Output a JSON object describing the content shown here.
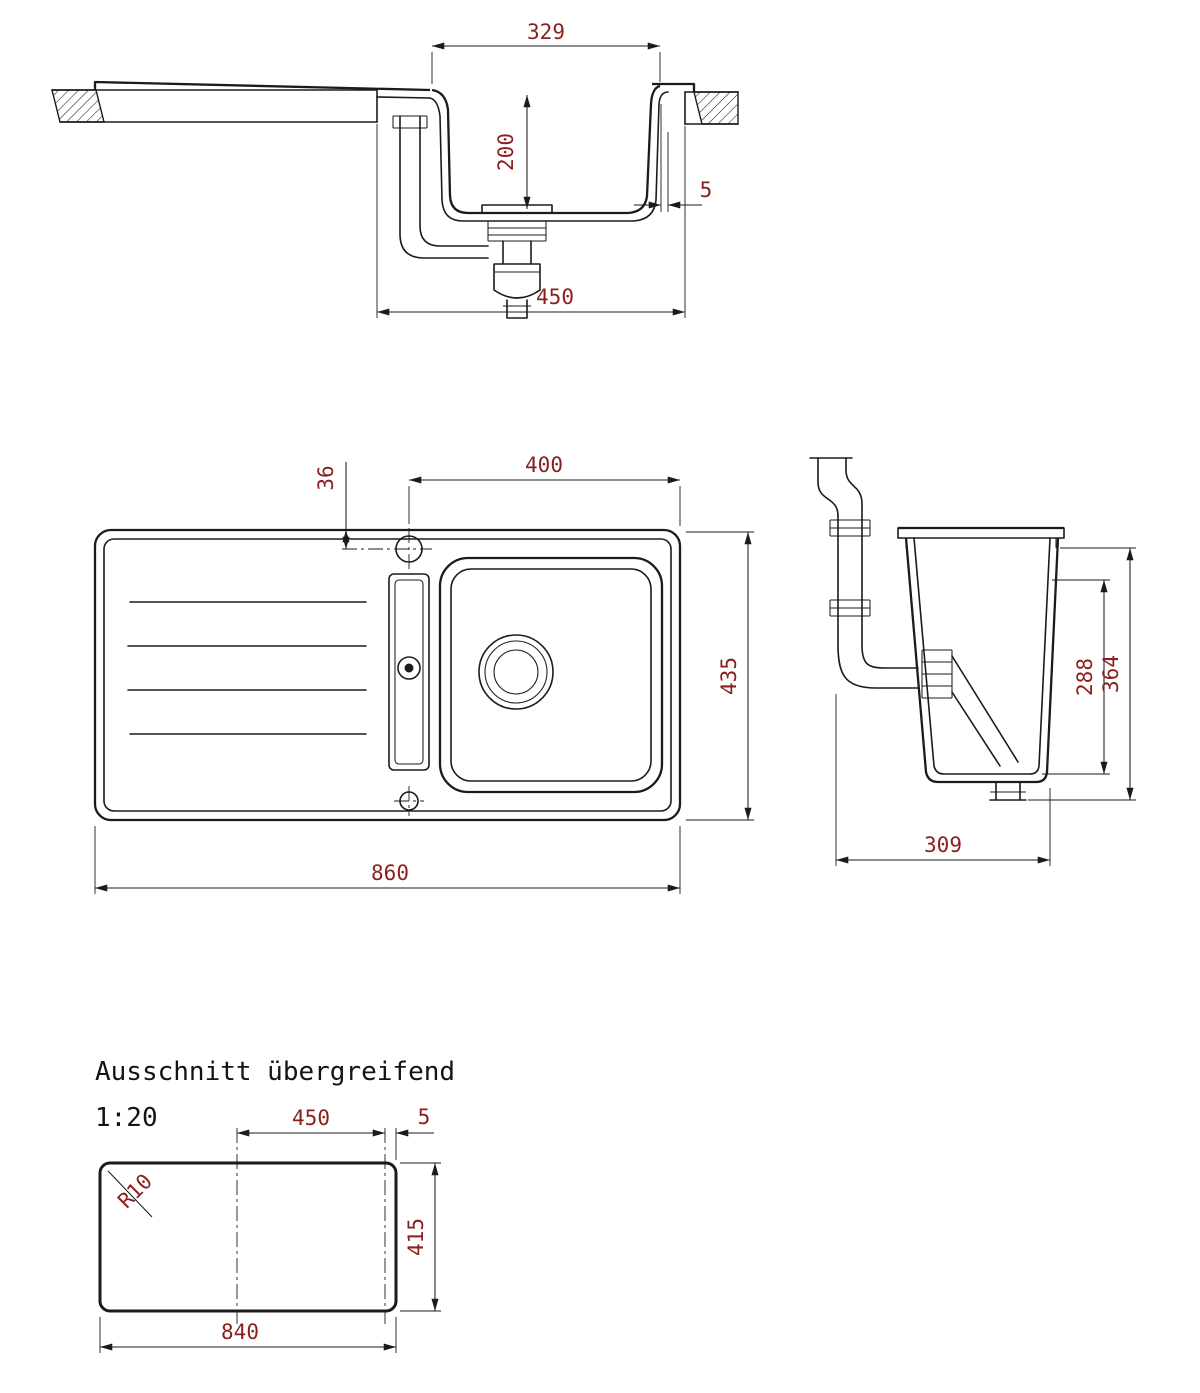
{
  "drawing": {
    "background": "#ffffff",
    "line_color": "#1b1b1b",
    "dim_color": "#8a1f1f"
  },
  "views": {
    "section": {
      "dims": {
        "top_width": "329",
        "depth": "200",
        "rim_gap": "5",
        "cutout_width": "450"
      }
    },
    "plan": {
      "dims": {
        "basin_width": "400",
        "faucet_offset": "36",
        "depth": "435",
        "total_width": "860"
      }
    },
    "side": {
      "dims": {
        "inner_height": "288",
        "overall_height": "364",
        "width": "309"
      }
    },
    "cutout": {
      "title": "Ausschnitt übergreifend",
      "scale": "1:20",
      "dims": {
        "top_width": "450",
        "edge_gap": "5",
        "height": "415",
        "bottom_width": "840",
        "corner_radius": "R10"
      }
    }
  }
}
